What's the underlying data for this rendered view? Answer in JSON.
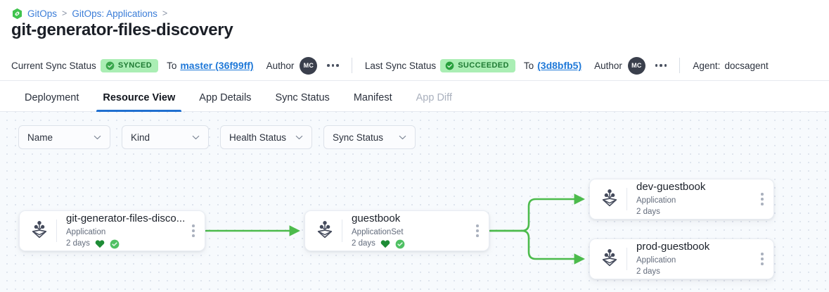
{
  "breadcrumb": {
    "icon": "gitops-icon",
    "items": [
      {
        "label": "GitOps",
        "sep": ">"
      },
      {
        "label": "GitOps: Applications",
        "sep": ">"
      }
    ]
  },
  "header": {
    "title": "git-generator-files-discovery"
  },
  "status_bar": {
    "current_sync_label": "Current Sync Status",
    "current_sync_badge": "SYNCED",
    "current_to_word": "To",
    "current_revision": "master (36f99ff)",
    "current_author_label": "Author",
    "current_author_initials": "MC",
    "last_sync_label": "Last Sync Status",
    "last_sync_badge": "SUCCEEDED",
    "last_to_word": "To",
    "last_revision": "(3d8bfb5)",
    "last_author_label": "Author",
    "last_author_initials": "MC",
    "agent_label": "Agent:",
    "agent_value": "docsagent",
    "badge_bg": "#aaeeb4",
    "badge_fg": "#1f7a33",
    "link_color": "#2079d8"
  },
  "tabs": [
    {
      "label": "Deployment",
      "active": false,
      "disabled": false
    },
    {
      "label": "Resource View",
      "active": true,
      "disabled": false
    },
    {
      "label": "App Details",
      "active": false,
      "disabled": false
    },
    {
      "label": "Sync Status",
      "active": false,
      "disabled": false
    },
    {
      "label": "Manifest",
      "active": false,
      "disabled": false
    },
    {
      "label": "App Diff",
      "active": false,
      "disabled": true
    }
  ],
  "filters": [
    {
      "label": "Name"
    },
    {
      "label": "Kind"
    },
    {
      "label": "Health Status"
    },
    {
      "label": "Sync Status"
    }
  ],
  "graph": {
    "edge_color": "#4cbb4c",
    "nodes": [
      {
        "id": "root",
        "name": "git-generator-files-disco...",
        "kind": "Application",
        "age": "2 days",
        "health": "healthy",
        "sync": "synced",
        "show_badges": true
      },
      {
        "id": "set",
        "name": "guestbook",
        "kind": "ApplicationSet",
        "age": "2 days",
        "health": "healthy",
        "sync": "synced",
        "show_badges": true
      },
      {
        "id": "dev",
        "name": "dev-guestbook",
        "kind": "Application",
        "age": "2 days",
        "show_badges": false
      },
      {
        "id": "prod",
        "name": "prod-guestbook",
        "kind": "Application",
        "age": "2 days",
        "show_badges": false
      }
    ],
    "edges": [
      {
        "from": "root",
        "to": "set"
      },
      {
        "from": "set",
        "to": "dev"
      },
      {
        "from": "set",
        "to": "prod"
      }
    ]
  }
}
